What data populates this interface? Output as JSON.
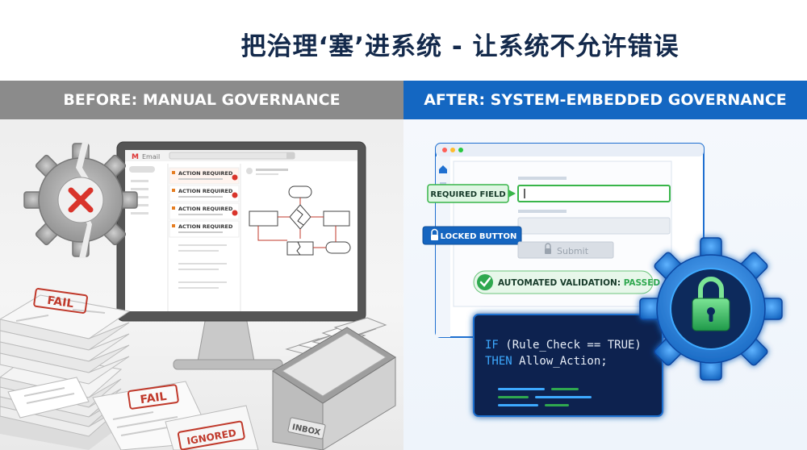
{
  "title": "把治理‘塞’进系统 - 让系统不允许错误",
  "left": {
    "header": "BEFORE: MANUAL GOVERNANCE",
    "email_app_label": "Email",
    "email_items": [
      "ACTION REQUIRED",
      "ACTION REQUIRED",
      "ACTION REQUIRED",
      "ACTION REQUIRED"
    ],
    "stamp_fail_1": "FAIL",
    "stamp_fail_2": "FAIL",
    "stamp_ignored": "IGNORED",
    "inbox_label": "INBOX"
  },
  "right": {
    "header": "AFTER: SYSTEM-EMBEDDED GOVERNANCE",
    "required_field_label": "REQUIRED FIELD",
    "locked_button_label": "LOCKED BUTTON",
    "submit_label": "Submit",
    "validation_prefix": "AUTOMATED VALIDATION: ",
    "validation_status": "PASSED",
    "code_line_1_kw": "IF",
    "code_line_1_rest": " (Rule_Check == TRUE)",
    "code_line_2_kw": "THEN",
    "code_line_2_rest": " Allow_Action;"
  },
  "colors": {
    "title": "#13294b",
    "left_header_bg": "#8b8b8b",
    "right_header_bg": "#1467c2",
    "alert_red": "#d9342b",
    "pass_green": "#2fa84f",
    "code_bg": "#0d2350",
    "gear_blue": "#1e88e5"
  }
}
